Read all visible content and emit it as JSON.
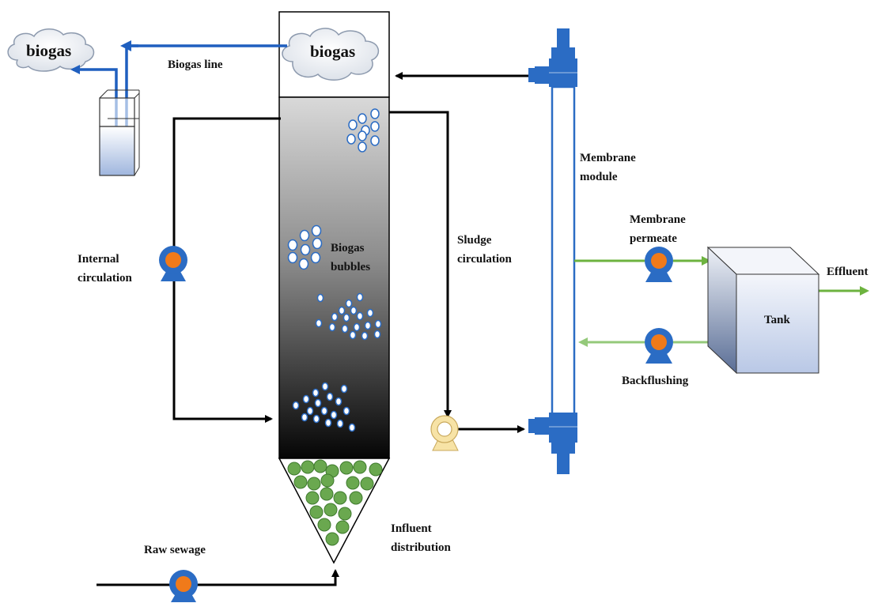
{
  "labels": {
    "biogas_top": "biogas",
    "biogas_left": "biogas",
    "biogas_line": "Biogas line",
    "internal_circulation": [
      "Internal",
      "circulation"
    ],
    "biogas_bubbles": [
      "Biogas",
      "bubbles"
    ],
    "sludge_circulation": [
      "Sludge",
      "circulation"
    ],
    "membrane_module": [
      "Membrane",
      "module"
    ],
    "membrane_permeate": [
      "Membrane",
      "permeate"
    ],
    "tank": "Tank",
    "effluent": "Effluent",
    "backflushing": "Backflushing",
    "influent_distribution": [
      "Influent",
      "distribution"
    ],
    "raw_sewage": "Raw sewage"
  },
  "colors": {
    "biogas_line": "#1f5fbf",
    "pipe": "#000000",
    "permeate_line": "#6db33f",
    "backflush_line": "#94c97a",
    "pump_body": "#2b6cc4",
    "pump_core": "#f07a1a",
    "sludge_pump": "#f7e3a6",
    "membrane": "#2b6cc4",
    "granules": "#6aa84f"
  },
  "icons": {
    "pumps": [
      "pump-icon",
      "pump-icon",
      "pump-icon",
      "pump-icon"
    ],
    "sludge_pump": "pump-icon",
    "clouds": [
      "cloud-icon",
      "cloud-icon"
    ]
  }
}
